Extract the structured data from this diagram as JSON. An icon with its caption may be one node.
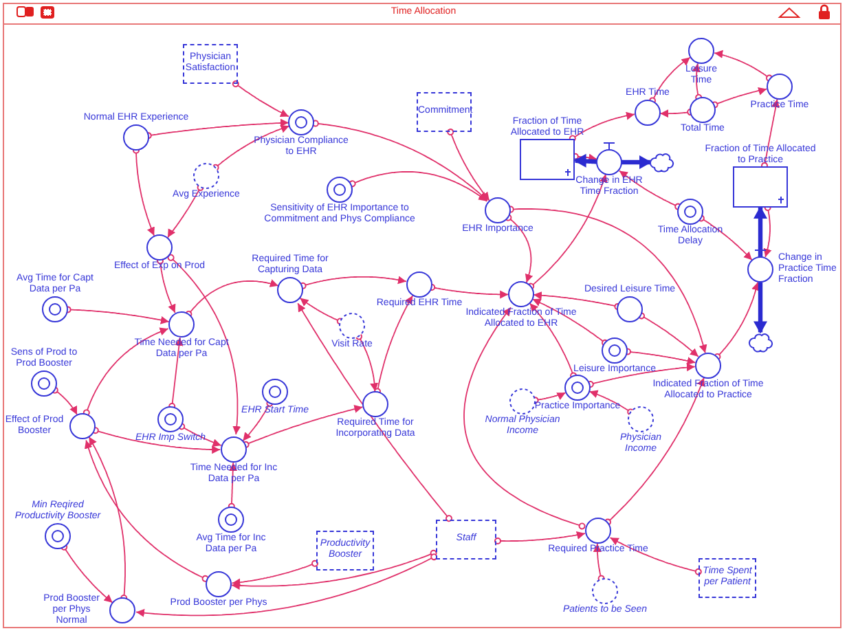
{
  "diagram": {
    "title": "Time Allocation",
    "nodes": [
      {
        "text": [
          "Physician Satisfaction"
        ]
      },
      {
        "text": [
          "Normal EHR Experience"
        ]
      },
      {
        "text": [
          "Physician Compliance to EHR"
        ]
      },
      {
        "text": [
          "Commitment"
        ]
      },
      {
        "text": [
          "Avg Experience"
        ]
      },
      {
        "text": [
          "Sensitivity of EHR Importance to Commitment and Phys Compliance"
        ]
      },
      {
        "text": [
          "EHR Importance"
        ]
      },
      {
        "text": [
          "Fraction of Time Allocated to EHR"
        ]
      },
      {
        "text": [
          "Change in EHR Time Fraction"
        ]
      },
      {
        "text": [],
        "shape": "cloud"
      },
      {
        "text": [
          "EHR Time"
        ]
      },
      {
        "text": [
          "Leisure Time"
        ]
      },
      {
        "text": [
          "Total Time"
        ]
      },
      {
        "text": [
          "Practice Time"
        ]
      },
      {
        "text": [
          "Fraction of Time Allocated to Practice"
        ]
      },
      {
        "text": [
          "Time Allocation Delay"
        ]
      },
      {
        "text": [
          "Change in Practice Time Fraction"
        ]
      },
      {
        "text": [],
        "shape": "cloud"
      },
      {
        "text": [
          "Avg Time for Capt Data per Pa"
        ]
      },
      {
        "text": [
          "Effect of Exp on Prod"
        ]
      },
      {
        "text": [
          "Required Time for Capturing Data"
        ]
      },
      {
        "text": [
          "Required EHR Time"
        ]
      },
      {
        "text": [
          "Indicated Fraction of Time Allocated to EHR"
        ]
      },
      {
        "text": [
          "Desired Leisure Time"
        ]
      },
      {
        "text": [
          "Sens of Prod to Prod Booster"
        ]
      },
      {
        "text": [
          "Time Needed for Capt Data per Pa"
        ]
      },
      {
        "text": [
          "Visit Rate"
        ]
      },
      {
        "text": [
          "Leisure Importance"
        ]
      },
      {
        "text": [
          "Indicated Fraction of Time Allocated to Practice"
        ]
      },
      {
        "text": [
          "EHR Start Time"
        ]
      },
      {
        "text": [
          "EHR Imp Switch"
        ]
      },
      {
        "text": [
          "Required Time for Incorporating Data"
        ]
      },
      {
        "text": [
          "Practice Importance"
        ]
      },
      {
        "text": [
          "Normal Physician Income"
        ]
      },
      {
        "text": [
          "Physician Income"
        ]
      },
      {
        "text": [
          "Effect of Prod Booster"
        ]
      },
      {
        "text": [
          "Time Needed for Inc Data per Pa"
        ]
      },
      {
        "text": [
          "Min Reqired Productivity Booster"
        ]
      },
      {
        "text": [
          "Avg Time for Inc Data per Pa"
        ]
      },
      {
        "text": [
          "Productivity Booster"
        ]
      },
      {
        "text": [
          "Staff"
        ]
      },
      {
        "text": [
          "Required Practice Time"
        ]
      },
      {
        "text": [
          "Time Spent per Patient"
        ]
      },
      {
        "text": [
          "Patients to be Seen"
        ]
      },
      {
        "text": [
          "Prod Booster per Phys"
        ]
      },
      {
        "text": [
          "Prod Booster per Phys Normal"
        ]
      }
    ],
    "edges": [
      {
        "from": 0,
        "to": 2,
        "arrow": "to"
      },
      {
        "from": 1,
        "to": 2,
        "arrow": "to"
      },
      {
        "from": 4,
        "to": 2,
        "arrow": "to"
      },
      {
        "from": 1,
        "to": 19,
        "arrow": "to"
      },
      {
        "from": 4,
        "to": 19,
        "arrow": "to"
      },
      {
        "from": 2,
        "to": 6,
        "arrow": "to"
      },
      {
        "from": 3,
        "to": 6,
        "arrow": "to"
      },
      {
        "from": 5,
        "to": 6,
        "arrow": "to"
      },
      {
        "from": 7,
        "to": 10,
        "arrow": "to"
      },
      {
        "from": 7,
        "to": 8,
        "arrow": "to"
      },
      {
        "from": 12,
        "to": 10,
        "arrow": "to"
      },
      {
        "from": 12,
        "to": 11,
        "arrow": "to"
      },
      {
        "from": 10,
        "to": 11,
        "arrow": "to"
      },
      {
        "from": 13,
        "to": 11,
        "arrow": "to"
      },
      {
        "from": 12,
        "to": 13,
        "arrow": "to"
      },
      {
        "from": 14,
        "to": 13,
        "arrow": "to"
      },
      {
        "from": 15,
        "to": 8,
        "arrow": "to"
      },
      {
        "from": 15,
        "to": 16,
        "arrow": "to"
      },
      {
        "from": 14,
        "to": 16,
        "arrow": "to"
      },
      {
        "from": 22,
        "to": 8,
        "arrow": "to"
      },
      {
        "from": 28,
        "to": 16,
        "arrow": "to"
      },
      {
        "from": 8,
        "to": 7,
        "arrow": "to",
        "style": "thick",
        "color": "#2b2bd0"
      },
      {
        "from": 8,
        "to": 9,
        "arrow": "to",
        "style": "thick",
        "color": "#2b2bd0"
      },
      {
        "from": 16,
        "to": 14,
        "arrow": "to",
        "style": "thick",
        "color": "#2b2bd0"
      },
      {
        "from": 16,
        "to": 17,
        "arrow": "to",
        "style": "thick",
        "color": "#2b2bd0"
      },
      {
        "from": 6,
        "to": 22,
        "arrow": "to"
      },
      {
        "from": 6,
        "to": 28,
        "arrow": "to"
      },
      {
        "from": 21,
        "to": 22,
        "arrow": "to"
      },
      {
        "from": 23,
        "to": 22,
        "arrow": "to"
      },
      {
        "from": 23,
        "to": 28,
        "arrow": "to"
      },
      {
        "from": 27,
        "to": 22,
        "arrow": "to"
      },
      {
        "from": 27,
        "to": 28,
        "arrow": "to"
      },
      {
        "from": 32,
        "to": 28,
        "arrow": "to"
      },
      {
        "from": 32,
        "to": 22,
        "arrow": "to"
      },
      {
        "from": 33,
        "to": 32,
        "arrow": "to"
      },
      {
        "from": 34,
        "to": 32,
        "arrow": "to"
      },
      {
        "from": 41,
        "to": 28,
        "arrow": "to"
      },
      {
        "from": 41,
        "to": 22,
        "arrow": "to"
      },
      {
        "from": 40,
        "to": 41,
        "arrow": "to"
      },
      {
        "from": 43,
        "to": 41,
        "arrow": "to"
      },
      {
        "from": 42,
        "to": 41,
        "arrow": "to"
      },
      {
        "from": 40,
        "to": 44,
        "arrow": "to"
      },
      {
        "from": 40,
        "to": 45,
        "arrow": "to"
      },
      {
        "from": 40,
        "to": 20,
        "arrow": "to"
      },
      {
        "from": 26,
        "to": 20,
        "arrow": "to"
      },
      {
        "from": 26,
        "to": 31,
        "arrow": "to"
      },
      {
        "from": 25,
        "to": 20,
        "arrow": "to"
      },
      {
        "from": 20,
        "to": 21,
        "arrow": "to"
      },
      {
        "from": 31,
        "to": 21,
        "arrow": "to"
      },
      {
        "from": 36,
        "to": 31,
        "arrow": "to"
      },
      {
        "from": 18,
        "to": 25,
        "arrow": "to"
      },
      {
        "from": 19,
        "to": 25,
        "arrow": "to"
      },
      {
        "from": 19,
        "to": 36,
        "arrow": "to"
      },
      {
        "from": 30,
        "to": 25,
        "arrow": "to"
      },
      {
        "from": 30,
        "to": 36,
        "arrow": "to"
      },
      {
        "from": 29,
        "to": 36,
        "arrow": "to"
      },
      {
        "from": 35,
        "to": 25,
        "arrow": "to"
      },
      {
        "from": 35,
        "to": 36,
        "arrow": "to"
      },
      {
        "from": 24,
        "to": 35,
        "arrow": "to"
      },
      {
        "from": 44,
        "to": 35,
        "arrow": "to"
      },
      {
        "from": 45,
        "to": 35,
        "arrow": "to"
      },
      {
        "from": 37,
        "to": 45,
        "arrow": "to"
      },
      {
        "from": 39,
        "to": 44,
        "arrow": "to"
      },
      {
        "from": 38,
        "to": 36,
        "arrow": "to"
      }
    ]
  }
}
